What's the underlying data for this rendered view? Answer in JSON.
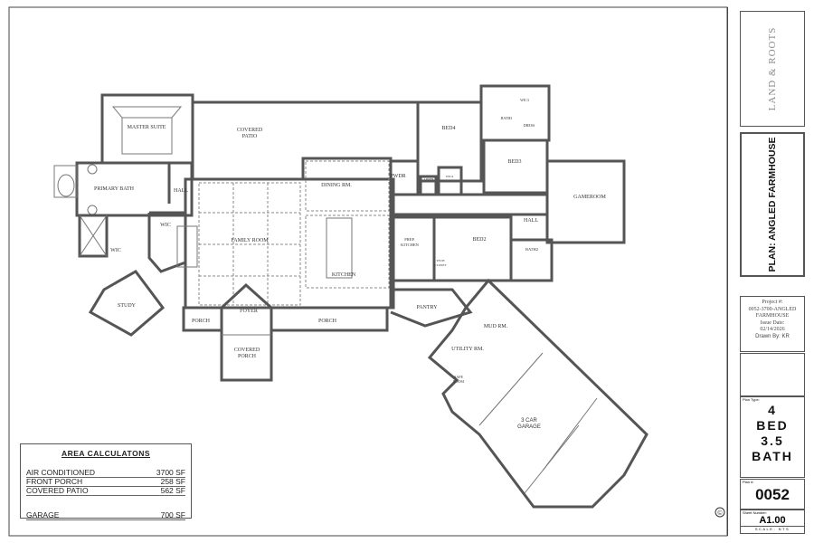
{
  "plan": {
    "rooms": {
      "master_suite": "MASTER SUITE",
      "covered_patio": [
        "COVERED",
        "PATIO"
      ],
      "primary_bath": "PRIMARY BATH",
      "hall": "HALL",
      "wic": "WIC",
      "wic2": "WIC",
      "study": "STUDY",
      "family_room": "FAMILY ROOM",
      "dining_rm": "DINING RM.",
      "kitchen": "KITCHEN",
      "foyer": "FOYER",
      "porch_left": "PORCH",
      "porch_right": "PORCH",
      "covered_porch": [
        "COVERED",
        "PORCH"
      ],
      "pwdr": "PWDR",
      "linen": "LINEN",
      "wic4": "WIC4",
      "bed4": "BED4",
      "bath3": "BATH3",
      "wic3": "WIC3",
      "dress": "DRESS",
      "bed3": "BED3",
      "gameroom": "GAMEROOM",
      "prep_kitchen": [
        "PREP.",
        "KITCHEN"
      ],
      "tech_closet": [
        "TECH",
        "CLOSET"
      ],
      "bed2": "BED2",
      "hall2": "HALL",
      "bath2": "BATH2",
      "pantry": "PANTRY",
      "mud_rm": "MUD RM.",
      "utility_rm": "UTILITY RM.",
      "safe_room": [
        "SAFE",
        "ROOM"
      ],
      "garage": [
        "3 CAR",
        "GARAGE"
      ]
    },
    "copyright_symbol": "©"
  },
  "area_calculations": {
    "title": "AREA CALCULATONS",
    "rows": [
      {
        "label": "AIR CONDITIONED",
        "value": "3700 SF"
      },
      {
        "label": "FRONT PORCH",
        "value": "258 SF"
      },
      {
        "label": "COVERED PATIO",
        "value": "562 SF"
      },
      {
        "label": "GARAGE",
        "value": "700 SF"
      }
    ]
  },
  "title_block": {
    "logo": "LAND & ROOTS",
    "plan_title": "PLAN: ANGLED FARMHOUSE",
    "project_label": "Project #:",
    "project_value": "0052-3700-ANGLED FARMHOUSE",
    "issue_label": "Issue Date:",
    "issue_value": "02/14/2026",
    "drawn_by": "Drawn By: KR",
    "plan_type_label": "Plan Type:",
    "beds": "4",
    "bed_label": "BED",
    "baths": "3.5",
    "bath_label": "BATH",
    "plan_no_label": "Plan #:",
    "plan_no": "0052",
    "sheet_label": "Sheet Number:",
    "sheet_no": "A1.00",
    "scale": "SCALE: NTS"
  }
}
